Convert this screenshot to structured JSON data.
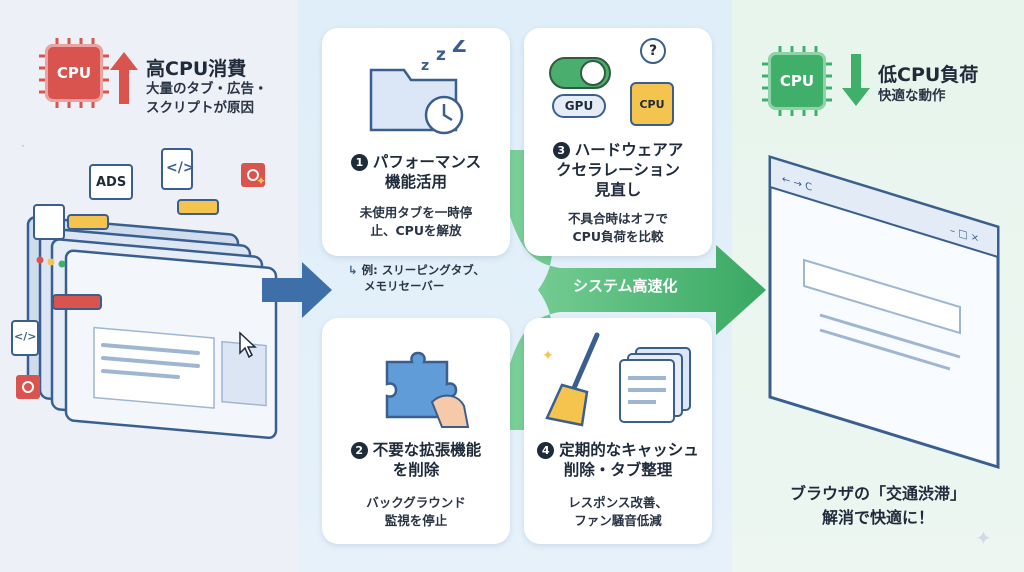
{
  "left": {
    "chip_label": "CPU",
    "title": "高CPU消費",
    "subtitle_lines": [
      "大量のタブ・広告・",
      "スクリプトが原因"
    ],
    "ads_label": "ADS",
    "code_label": "</>"
  },
  "mid": {
    "arrow_label": "システム高速化",
    "note_lines": [
      "例: スリーピングタブ、",
      "メモリセーバー"
    ],
    "cards": [
      {
        "num": "1",
        "title_lines": [
          "パフォーマンス",
          "機能活用"
        ],
        "body_lines": [
          "未使用タブを一時停",
          "止、CPUを解放"
        ]
      },
      {
        "num": "3",
        "title_lines": [
          "ハードウェアア",
          "クセラレーション",
          "見直し"
        ],
        "body_lines": [
          "不具合時はオフで",
          "CPU負荷を比較"
        ],
        "gpu_label": "GPU",
        "cpu_label": "CPU",
        "question": "?"
      },
      {
        "num": "2",
        "title_lines": [
          "不要な拡張機能",
          "を削除"
        ],
        "body_lines": [
          "バックグラウンド",
          "監視を停止"
        ]
      },
      {
        "num": "4",
        "title_lines": [
          "定期的なキャッシュ",
          "削除・タブ整理"
        ],
        "body_lines": [
          "レスポンス改善、",
          "ファン騒音低減"
        ]
      }
    ],
    "zzz": "z z Z"
  },
  "right": {
    "chip_label": "CPU",
    "title": "低CPU負荷",
    "subtitle": "快適な動作",
    "final_lines": [
      "ブラウザの「交通渋滞」",
      "解消で快適に！"
    ]
  },
  "colors": {
    "red": "#d9534f",
    "green": "#3faf6a",
    "arrow_green": "#3fb56c",
    "arrow_blue": "#3f6fa8",
    "navy": "#1f2a3a"
  }
}
